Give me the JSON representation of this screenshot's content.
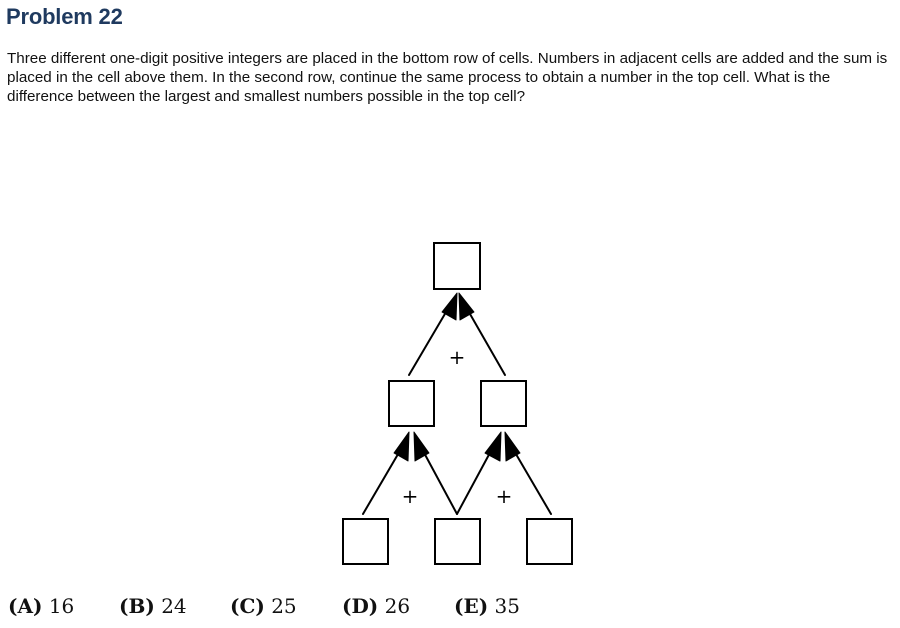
{
  "problem": {
    "title": "Problem 22",
    "statement": "Three different one-digit positive integers are placed in the bottom row of cells. Numbers in adjacent cells are added and the sum is placed in the cell above them. In the second row, continue the same process to obtain a number in the top cell. What is the difference between the largest and smallest numbers possible in the top cell?"
  },
  "diagram": {
    "plus_sign": "+"
  },
  "choices": [
    {
      "letter": "(A)",
      "value": "16"
    },
    {
      "letter": "(B)",
      "value": "24"
    },
    {
      "letter": "(C)",
      "value": "25"
    },
    {
      "letter": "(D)",
      "value": "26"
    },
    {
      "letter": "(E)",
      "value": "35"
    }
  ]
}
